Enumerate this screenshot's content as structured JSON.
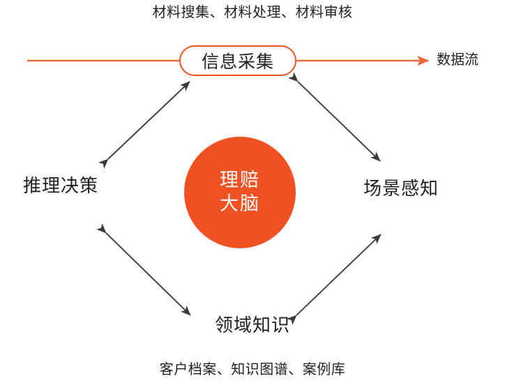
{
  "diagram": {
    "title_top": "材料搜集、材料处理、材料审核",
    "title_bottom": "客户档案、知识图谱、案例库",
    "center": {
      "line1": "理赔",
      "line2": "大脑"
    },
    "pill": {
      "label": "信息采集"
    },
    "flow": {
      "label": "数据流"
    },
    "nodes": {
      "left": "推理决策",
      "right": "场景感知",
      "bottom": "领域知识"
    },
    "colors": {
      "accent_orange": "#ef5122",
      "flow_line": "#e8693a",
      "text_dark": "#231f20",
      "arrow_gray": "#3b3b3b",
      "background": "#ffffff"
    }
  }
}
